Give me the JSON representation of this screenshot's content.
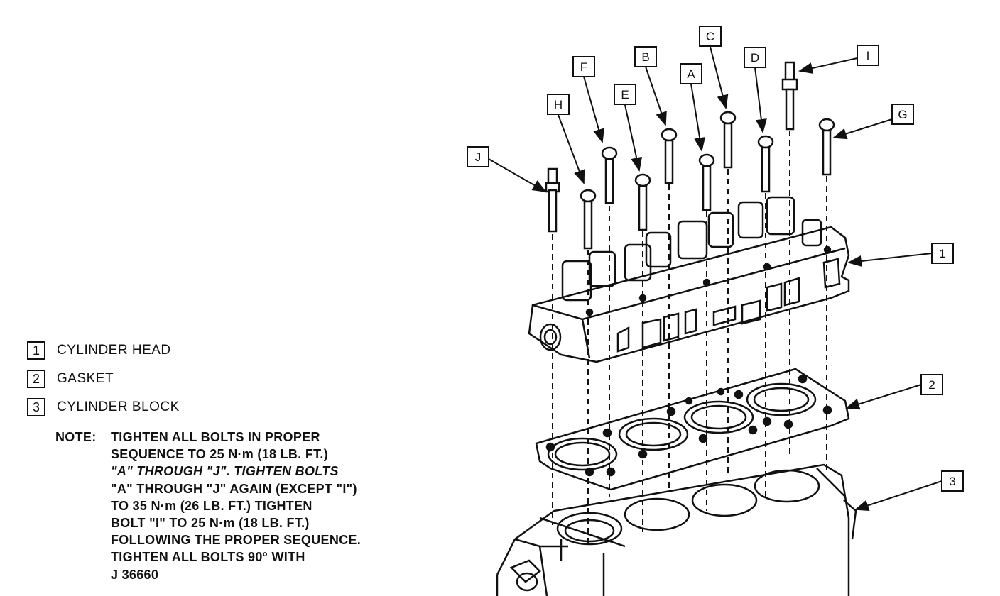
{
  "callouts": [
    "A",
    "B",
    "C",
    "D",
    "E",
    "F",
    "G",
    "H",
    "I",
    "J",
    "1",
    "2",
    "3"
  ],
  "legend": [
    {
      "number": "1",
      "label": "CYLINDER HEAD"
    },
    {
      "number": "2",
      "label": "GASKET"
    },
    {
      "number": "3",
      "label": "CYLINDER BLOCK"
    }
  ],
  "note": {
    "label": "NOTE:",
    "lines": [
      "TIGHTEN ALL BOLTS IN PROPER",
      "SEQUENCE TO 25 N·m (18 LB. FT.)",
      "\"A\" THROUGH \"J\". TIGHTEN BOLTS",
      "\"A\" THROUGH \"J\" AGAIN (EXCEPT \"I\")",
      "TO 35 N·m (26 LB. FT.) TIGHTEN",
      "BOLT \"I\" TO 25 N·m (18 LB. FT.)",
      "FOLLOWING THE PROPER SEQUENCE.",
      "TIGHTEN ALL BOLTS 90° WITH",
      "J 36660"
    ]
  }
}
